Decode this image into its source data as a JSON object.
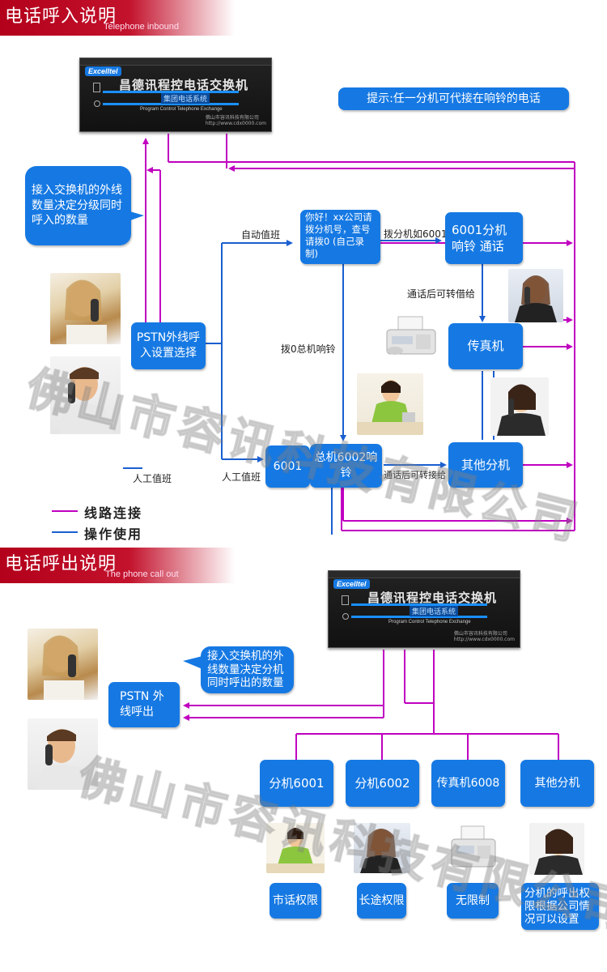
{
  "section_inbound": {
    "title": "电话呼入说明",
    "subtitle": "Telephone inbound"
  },
  "section_outbound": {
    "title": "电话呼出说明",
    "subtitle": "The phone call out"
  },
  "pbx": {
    "brand": "Excelltel",
    "name": "昌德讯程控电话交换机",
    "series": "集团电话系统",
    "english": "Program Control Telephone Exchange",
    "maker": "佛山市容讯科技有限公司",
    "url": "http://www.cdx0000.com"
  },
  "inbound": {
    "hint": "提示:任一分机可代接在响铃的电话",
    "note_trunk": "接入交换机的外线数量决定分级同时呼入的数量",
    "pstn": "PSTN外线呼入设置选择",
    "auto_label": "自动值班",
    "greeting": "你好！xx公司请拨分机号，查号请拨0 (自己录制)",
    "dial_ext_label": "拨分机如6001",
    "ring_answer": "6001分机响铃 通话",
    "transfer_label": "通话后可转借给",
    "fax": "传真机",
    "dial0_label": "拨0总机响铃",
    "manual_label": "人工值班",
    "ext_6001": "6001",
    "operator_ring": "总机6002响铃",
    "transfer_label2": "通话后可转接给",
    "other_ext": "其他分机",
    "legend_small": "人工值班",
    "legend": [
      {
        "label": "线路连接",
        "color": "#c000c0"
      },
      {
        "label": "操作使用",
        "color": "#1a5fd0"
      }
    ]
  },
  "outbound": {
    "note_trunk": "接入交换机的外线数量决定分机同时呼出的数量",
    "pstn": "PSTN 外线呼出",
    "extensions": [
      {
        "name": "分机6001",
        "permission": "市话权限"
      },
      {
        "name": "分机6002",
        "permission": "长途权限"
      },
      {
        "name": "传真机6008",
        "permission": "无限制"
      },
      {
        "name": "其他分机",
        "permission": "分机的呼出权限根据公司情况可以设置"
      }
    ]
  },
  "watermark": "佛山市容讯科技有限公司",
  "colors": {
    "header_red": "#b3001b",
    "box_blue": "#1679e3",
    "line_magenta": "#c000c0",
    "line_blue": "#1a5fd0"
  }
}
